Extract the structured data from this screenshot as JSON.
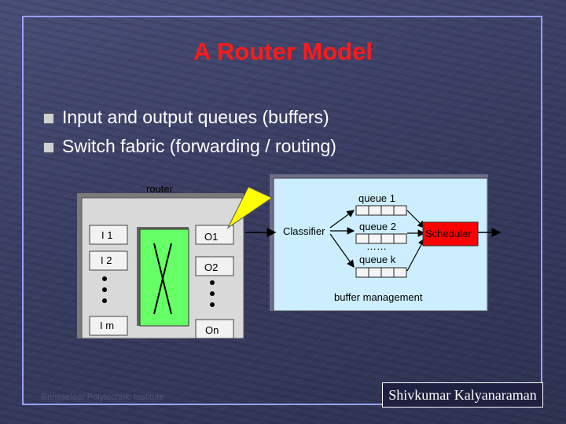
{
  "slide": {
    "title": "A Router Model",
    "bullets": [
      "Input and output queues (buffers)",
      "Switch fabric (forwarding / routing)"
    ]
  },
  "diagram": {
    "router_label": "router",
    "inputs": [
      "I 1",
      "I 2",
      "I m"
    ],
    "outputs": [
      "O1",
      "O2",
      "On"
    ],
    "classifier": "Classifier",
    "queues": [
      "queue 1",
      "queue 2",
      "queue k"
    ],
    "queue_ellipsis": "……",
    "scheduler": "Scheduler",
    "buffer_management": "buffer management"
  },
  "footer": {
    "left": "Rensselaer Polytechnic Institute",
    "right": "Shivkumar Kalyanaraman"
  },
  "colors": {
    "title": "#ff1a1a",
    "frame": "#9aa0ff",
    "scheduler_bg": "#ff0000",
    "fabric_bg": "#66ff66",
    "callout_bg": "#ffff00"
  }
}
